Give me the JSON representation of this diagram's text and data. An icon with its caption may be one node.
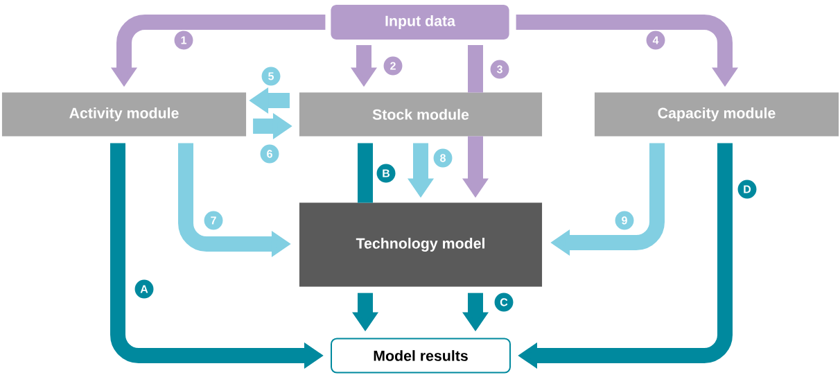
{
  "diagram": {
    "nodes": [
      {
        "text": [
          "Input data"
        ]
      },
      {
        "text": [
          "Activity module"
        ]
      },
      {
        "text": [
          "Stock module"
        ]
      },
      {
        "text": [
          "Capacity module"
        ]
      },
      {
        "text": [
          "Technology model"
        ]
      },
      {
        "text": [
          "Model results"
        ]
      }
    ],
    "edges": [
      {
        "from": 0,
        "to": 1,
        "arrow": "to",
        "label": "1",
        "color": "#b49ccb"
      },
      {
        "from": 0,
        "to": 2,
        "arrow": "to",
        "label": "2",
        "color": "#b49ccb"
      },
      {
        "from": 0,
        "to": 2,
        "arrow": "none",
        "label": "3",
        "color": "#b49ccb"
      },
      {
        "from": 2,
        "to": 4,
        "arrow": "to",
        "color": "#b49ccb"
      },
      {
        "from": 0,
        "to": 3,
        "arrow": "to",
        "label": "4",
        "color": "#b49ccb"
      },
      {
        "from": 2,
        "to": 1,
        "arrow": "to",
        "label": "5"
      },
      {
        "from": 1,
        "to": 2,
        "arrow": "to",
        "label": "6"
      },
      {
        "from": 1,
        "to": 4,
        "arrow": "to",
        "label": "7"
      },
      {
        "from": 2,
        "to": 4,
        "arrow": "to",
        "label": "8"
      },
      {
        "from": 3,
        "to": 4,
        "arrow": "to",
        "label": "9"
      },
      {
        "from": 1,
        "to": 5,
        "arrow": "to",
        "label": "A",
        "color": "#00899e"
      },
      {
        "from": 2,
        "to": 4,
        "arrow": "none",
        "label": "B",
        "color": "#00899e"
      },
      {
        "from": 4,
        "to": 5,
        "arrow": "to",
        "color": "#00899e"
      },
      {
        "from": 4,
        "to": 5,
        "arrow": "to",
        "label": "C",
        "color": "#00899e"
      },
      {
        "from": 3,
        "to": 5,
        "arrow": "to",
        "label": "D",
        "color": "#00899e"
      }
    ]
  }
}
